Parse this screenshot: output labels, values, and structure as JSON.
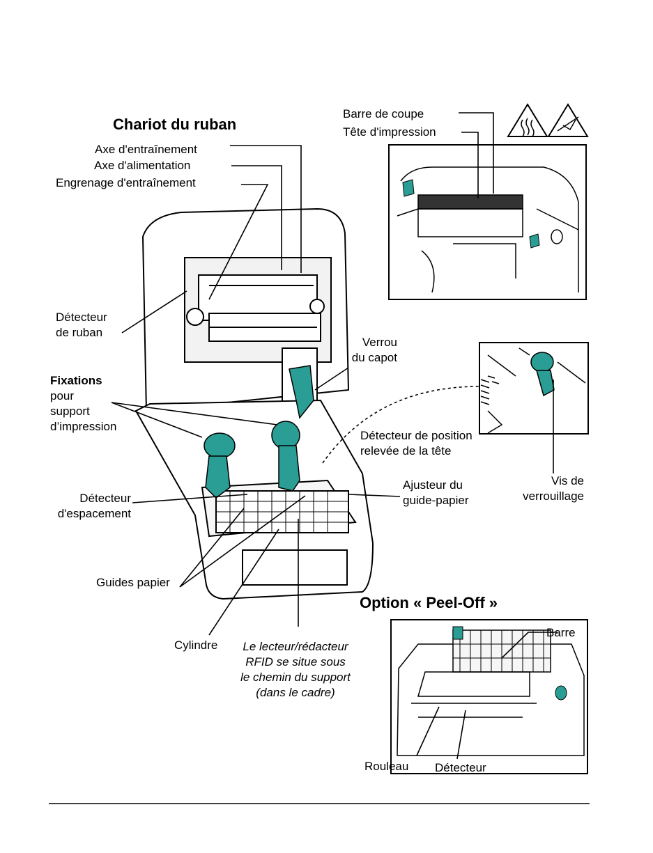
{
  "diagram": {
    "title_ribbon": "Chariot du ruban",
    "title_peel": "Option « Peel-Off »",
    "labels": {
      "axe_entrainement": "Axe d'entraînement",
      "axe_alimentation": "Axe d'alimentation",
      "engrenage": "Engrenage d'entraînement",
      "detecteur_ruban": [
        "Détecteur",
        "de ruban"
      ],
      "fixations": [
        "Fixations",
        "pour",
        "support",
        "d’impression"
      ],
      "detecteur_espacement": [
        "Détecteur",
        "d'espacement"
      ],
      "guides_papier": "Guides papier",
      "cylindre": "Cylindre",
      "rfid_note": [
        "Le lecteur/rédacteur",
        "RFID se situe sous",
        "le chemin du support",
        "(dans le cadre)"
      ],
      "barre_coupe": "Barre de coupe",
      "tete_impression": "Tête d'impression",
      "verrou_capot": [
        "Verrou",
        "du capot"
      ],
      "detecteur_position": [
        "Détecteur de position",
        "relevée de la tête"
      ],
      "ajusteur": [
        "Ajusteur du",
        "guide-papier"
      ],
      "vis_verrouillage": [
        "Vis de",
        "verrouillage"
      ],
      "barre": "Barre",
      "rouleau": "Rouleau",
      "detecteur": "Détecteur"
    },
    "colors": {
      "accent": "#2a9d94",
      "line": "#000000"
    },
    "icons": [
      "hot-surface-warning-icon",
      "electrostatic-warning-icon"
    ]
  }
}
